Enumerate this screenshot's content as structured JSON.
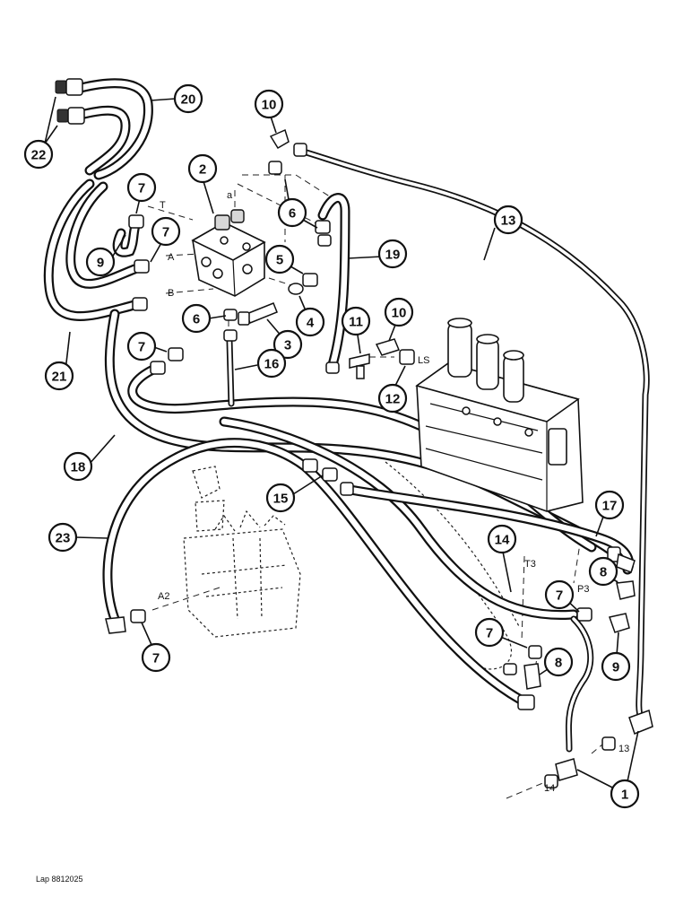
{
  "callouts": [
    {
      "id": "c1",
      "label": "1"
    },
    {
      "id": "c2",
      "label": "2"
    },
    {
      "id": "c3",
      "label": "3"
    },
    {
      "id": "c4",
      "label": "4"
    },
    {
      "id": "c5",
      "label": "5"
    },
    {
      "id": "c6a",
      "label": "6"
    },
    {
      "id": "c6b",
      "label": "6"
    },
    {
      "id": "c7a",
      "label": "7"
    },
    {
      "id": "c7b",
      "label": "7"
    },
    {
      "id": "c7c",
      "label": "7"
    },
    {
      "id": "c7d",
      "label": "7"
    },
    {
      "id": "c7e",
      "label": "7"
    },
    {
      "id": "c7f",
      "label": "7"
    },
    {
      "id": "c8a",
      "label": "8"
    },
    {
      "id": "c8b",
      "label": "8"
    },
    {
      "id": "c9a",
      "label": "9"
    },
    {
      "id": "c9b",
      "label": "9"
    },
    {
      "id": "c10a",
      "label": "10"
    },
    {
      "id": "c10b",
      "label": "10"
    },
    {
      "id": "c11",
      "label": "11"
    },
    {
      "id": "c12",
      "label": "12"
    },
    {
      "id": "c13",
      "label": "13"
    },
    {
      "id": "c14",
      "label": "14"
    },
    {
      "id": "c15",
      "label": "15"
    },
    {
      "id": "c16",
      "label": "16"
    },
    {
      "id": "c17",
      "label": "17"
    },
    {
      "id": "c18",
      "label": "18"
    },
    {
      "id": "c19",
      "label": "19"
    },
    {
      "id": "c20",
      "label": "20"
    },
    {
      "id": "c21",
      "label": "21"
    },
    {
      "id": "c22",
      "label": "22"
    },
    {
      "id": "c23",
      "label": "23"
    }
  ],
  "port_labels": {
    "a": "a",
    "T": "T",
    "A": "A",
    "B": "B",
    "LS_top": "LS",
    "LS_valve": "LS",
    "T3": "T3",
    "P3": "P3",
    "A2": "A2",
    "p13": "13",
    "p14": "14"
  },
  "reference": "Lap 8812025"
}
